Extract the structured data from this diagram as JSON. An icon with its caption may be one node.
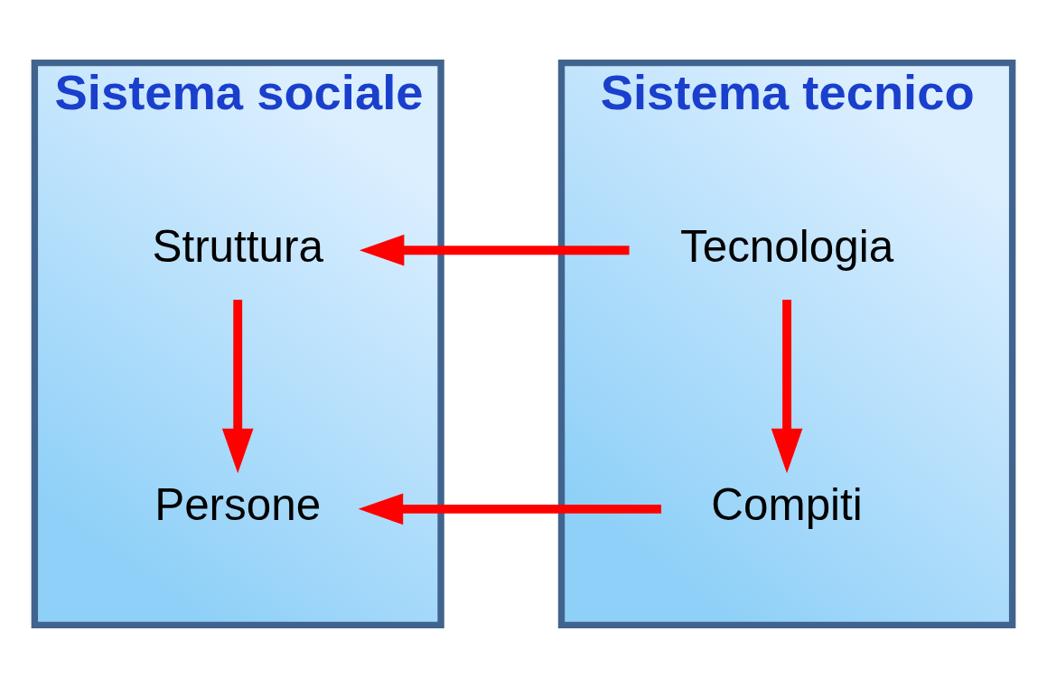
{
  "diagram": {
    "nodes": [
      {
        "text": [
          "Sistema sociale"
        ]
      },
      {
        "text": [
          "Struttura"
        ],
        "in": 0
      },
      {
        "text": [
          "Persone"
        ],
        "in": 0
      },
      {
        "text": [
          "Sistema tecnico"
        ]
      },
      {
        "text": [
          "Tecnologia"
        ],
        "in": 3
      },
      {
        "text": [
          "Compiti"
        ],
        "in": 3
      }
    ],
    "edges": [
      {
        "from": 4,
        "to": 1,
        "arrow": "to"
      },
      {
        "from": 1,
        "to": 2,
        "arrow": "to"
      },
      {
        "from": 4,
        "to": 5,
        "arrow": "to"
      },
      {
        "from": 5,
        "to": 2,
        "arrow": "to"
      }
    ]
  }
}
